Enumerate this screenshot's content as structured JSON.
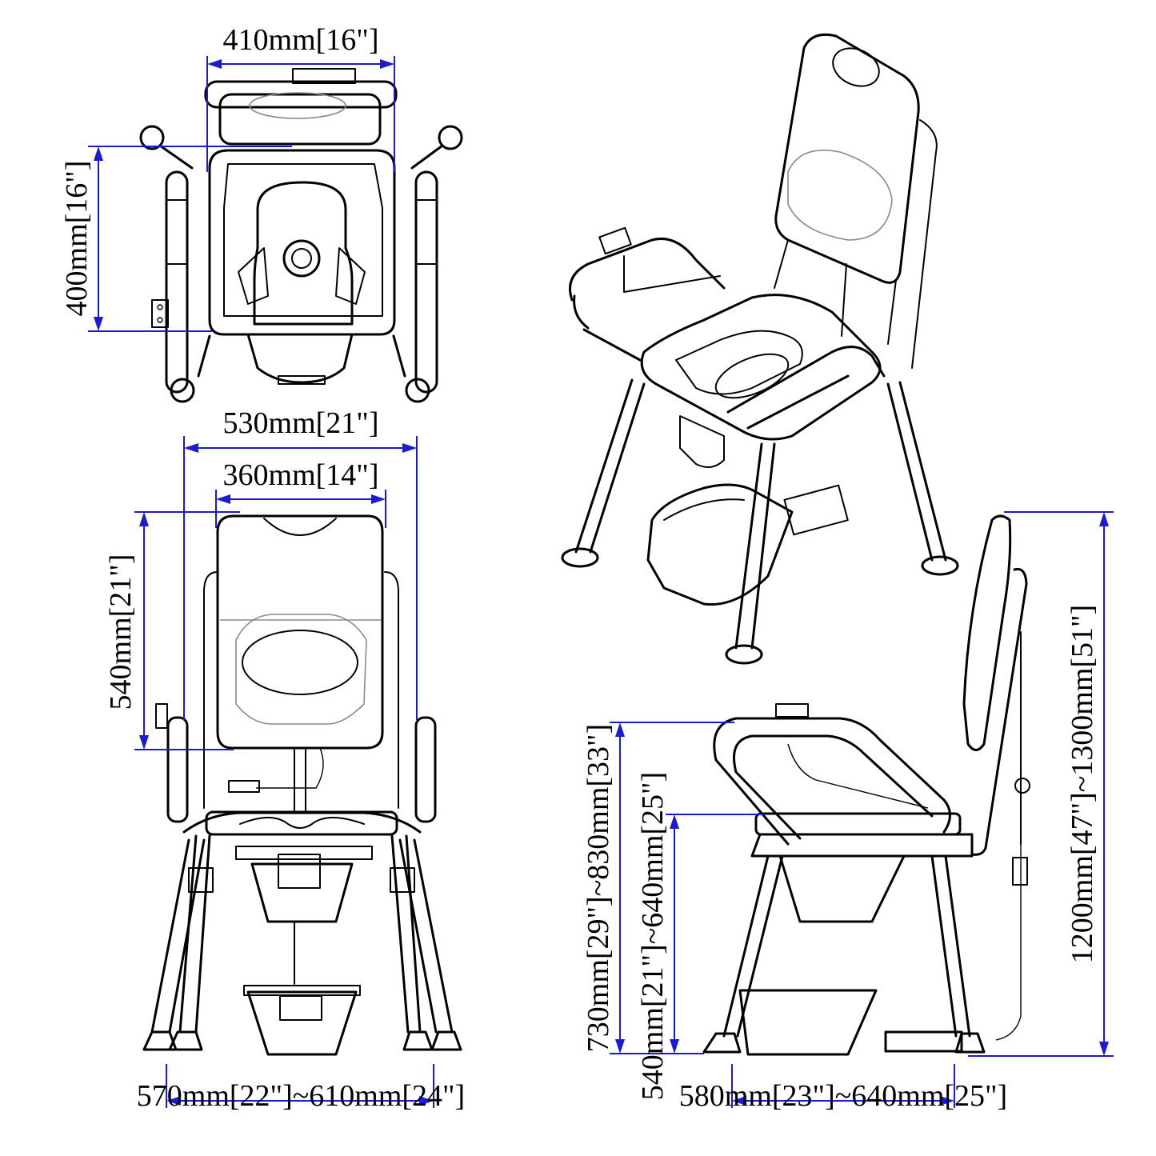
{
  "colors": {
    "dimension_line": "#1b1bd6",
    "outline": "#000000",
    "hidden_line": "#8a8a8a"
  },
  "top_view": {
    "width_label": "410mm[16\"]",
    "depth_label": "400mm[16\"]"
  },
  "front_view": {
    "overall_width_label": "530mm[21\"]",
    "backrest_width_label": "360mm[14\"]",
    "backrest_height_label": "540mm[21\"]",
    "foot_width_label": "570mm[22\"]~610mm[24\"]"
  },
  "side_view": {
    "armrest_height_label": "730mm[29\"]~830mm[33\"]",
    "seat_height_label": "540mm[21\"]~640mm[25\"]",
    "overall_height_label": "1200mm[47\"]~1300mm[51\"]",
    "foot_depth_label": "580mm[23\"]~640mm[25\"]"
  }
}
